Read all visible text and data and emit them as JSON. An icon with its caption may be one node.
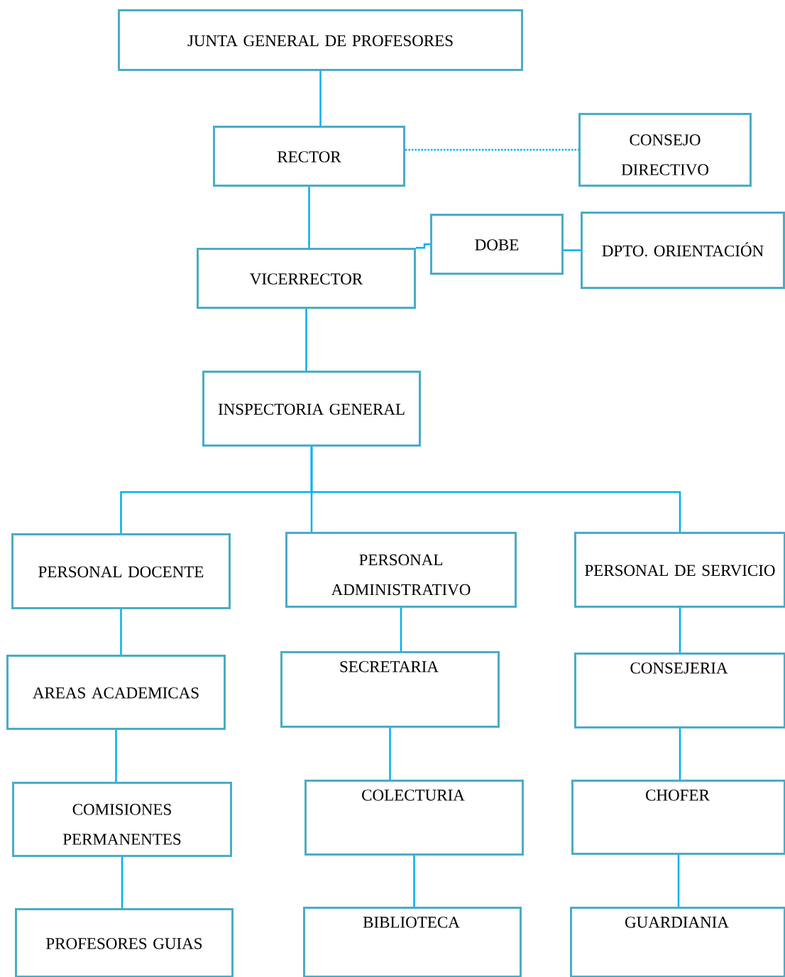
{
  "diagram": {
    "nodes": [
      {
        "text": [
          "JUNTA GENERAL DE PROFESORES"
        ]
      },
      {
        "text": [
          "RECTOR"
        ]
      },
      {
        "text": [
          "CONSEJO DIRECTIVO"
        ]
      },
      {
        "text": [
          "DOBE"
        ]
      },
      {
        "text": [
          "DPTO. ORIENTACIÓN"
        ]
      },
      {
        "text": [
          "VICERRECTOR"
        ]
      },
      {
        "text": [
          "INSPECTORIA GENERAL"
        ]
      },
      {
        "text": [
          "PERSONAL DOCENTE"
        ]
      },
      {
        "text": [
          "PERSONAL ADMINISTRATIVO"
        ]
      },
      {
        "text": [
          "PERSONAL DE SERVICIO"
        ]
      },
      {
        "text": [
          "AREAS ACADEMICAS"
        ]
      },
      {
        "text": [
          "SECRETARIA"
        ]
      },
      {
        "text": [
          "CONSEJERIA"
        ]
      },
      {
        "text": [
          "COMISIONES PERMANENTES"
        ]
      },
      {
        "text": [
          "COLECTURIA"
        ]
      },
      {
        "text": [
          "CHOFER"
        ]
      },
      {
        "text": [
          "PROFESORES GUIAS"
        ]
      },
      {
        "text": [
          "BIBLIOTECA"
        ]
      },
      {
        "text": [
          "GUARDIANIA"
        ]
      }
    ],
    "edges": [
      {
        "from": 0,
        "to": 1,
        "arrow": "none"
      },
      {
        "from": 1,
        "to": 2,
        "arrow": "none",
        "style": "dashed"
      },
      {
        "from": 1,
        "to": 5,
        "arrow": "none"
      },
      {
        "from": 5,
        "to": 3,
        "arrow": "none"
      },
      {
        "from": 3,
        "to": 4,
        "arrow": "none"
      },
      {
        "from": 5,
        "to": 6,
        "arrow": "none"
      },
      {
        "from": 6,
        "to": 7,
        "arrow": "none"
      },
      {
        "from": 6,
        "to": 8,
        "arrow": "none"
      },
      {
        "from": 6,
        "to": 9,
        "arrow": "none"
      },
      {
        "from": 7,
        "to": 10,
        "arrow": "none"
      },
      {
        "from": 10,
        "to": 13,
        "arrow": "none"
      },
      {
        "from": 13,
        "to": 16,
        "arrow": "none"
      },
      {
        "from": 8,
        "to": 11,
        "arrow": "none"
      },
      {
        "from": 11,
        "to": 14,
        "arrow": "none"
      },
      {
        "from": 14,
        "to": 17,
        "arrow": "none"
      },
      {
        "from": 9,
        "to": 12,
        "arrow": "none"
      },
      {
        "from": 12,
        "to": 15,
        "arrow": "none"
      },
      {
        "from": 15,
        "to": 18,
        "arrow": "none"
      }
    ]
  }
}
